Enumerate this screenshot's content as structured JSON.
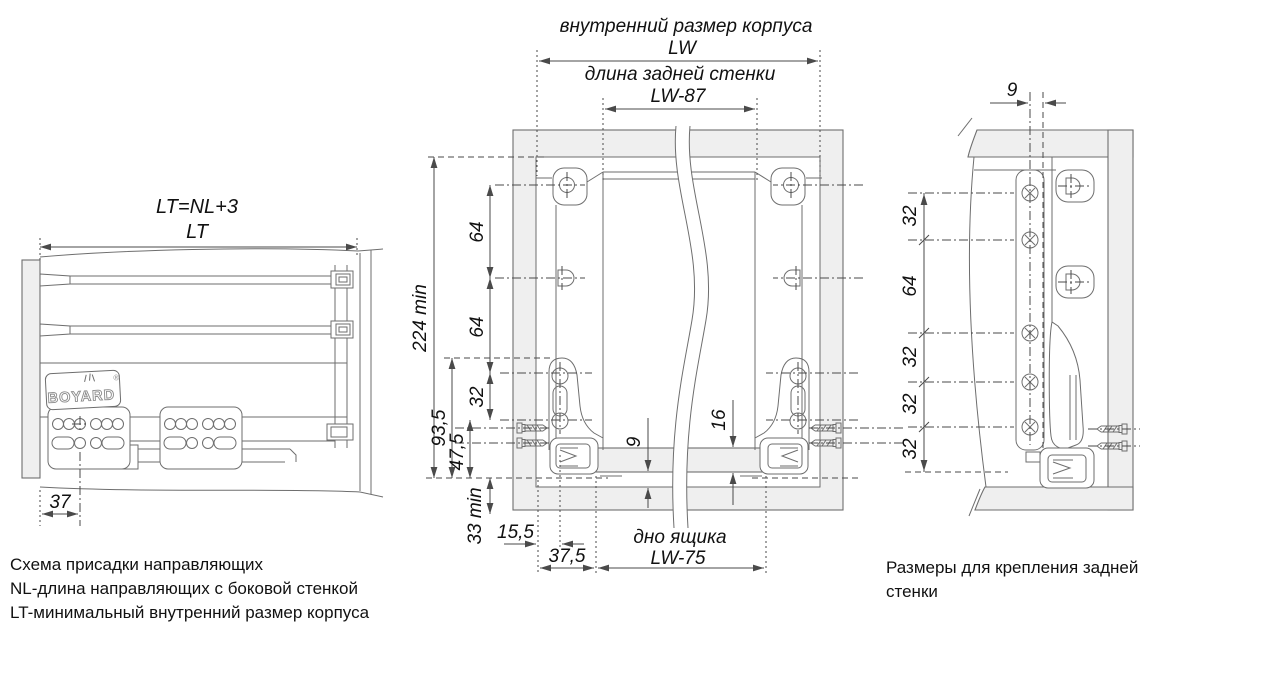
{
  "colors": {
    "line": "#6e6e6e",
    "dim_line": "#4a4a4a",
    "panel_fill": "#efefef",
    "text": "#111111"
  },
  "left": {
    "formula": "LT=NL+3",
    "lt": "LT",
    "d37": "37",
    "brand": "BOYARD",
    "reg": "®",
    "caption1": "Схема присадки направляющих",
    "caption2": "NL-длина направляющих с боковой стенкой",
    "caption3": "LT-минимальный внутренний размер корпуса"
  },
  "middle": {
    "inner_size_label": "внутренний размер корпуса",
    "lw": "LW",
    "back_wall_label": "длина задней стенки",
    "lw87": "LW-87",
    "d224": "224 min",
    "d93": "93,5",
    "d47": "47,5",
    "d64a": "64",
    "d64b": "64",
    "d32": "32",
    "d33": "33 min",
    "d155": "15,5",
    "d375": "37,5",
    "d9": "9",
    "d16": "16",
    "bottom_label": "дно ящика",
    "lw75": "LW-75"
  },
  "right": {
    "d9": "9",
    "d32a": "32",
    "d64": "64",
    "d32b": "32",
    "d32c": "32",
    "d32d": "32",
    "caption1": "Размеры для крепления задней",
    "caption2": "стенки"
  }
}
